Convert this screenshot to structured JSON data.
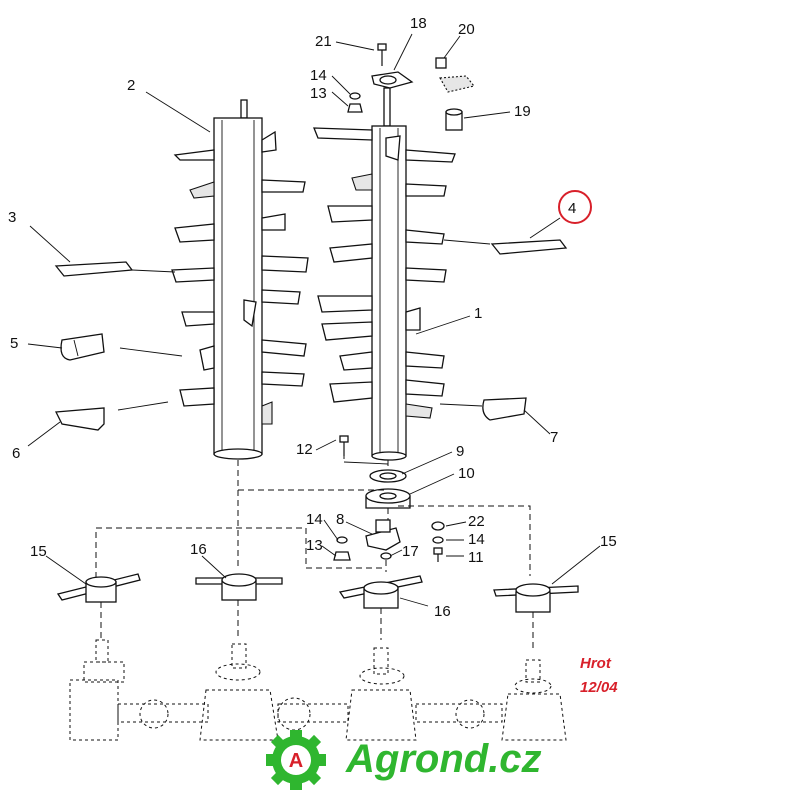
{
  "labels": {
    "n1": "1",
    "n2": "2",
    "n3": "3",
    "n4": "4",
    "n5": "5",
    "n6": "6",
    "n7": "7",
    "n8": "8",
    "n9": "9",
    "n10": "10",
    "n11": "11",
    "n12": "12",
    "n13a": "13",
    "n13b": "13",
    "n14a": "14",
    "n14b": "14",
    "n14c": "14",
    "n15a": "15",
    "n15b": "15",
    "n16a": "16",
    "n16b": "16",
    "n17": "17",
    "n18": "18",
    "n19": "19",
    "n20": "20",
    "n21": "21",
    "n22": "22"
  },
  "note": {
    "line1": "Hrot",
    "line2": "12/04"
  },
  "logo": {
    "text": "Agrond.cz",
    "badge": "A"
  },
  "colors": {
    "note": "#d8202a",
    "highlight": "#d8202a",
    "logo": "#2fb62f"
  }
}
